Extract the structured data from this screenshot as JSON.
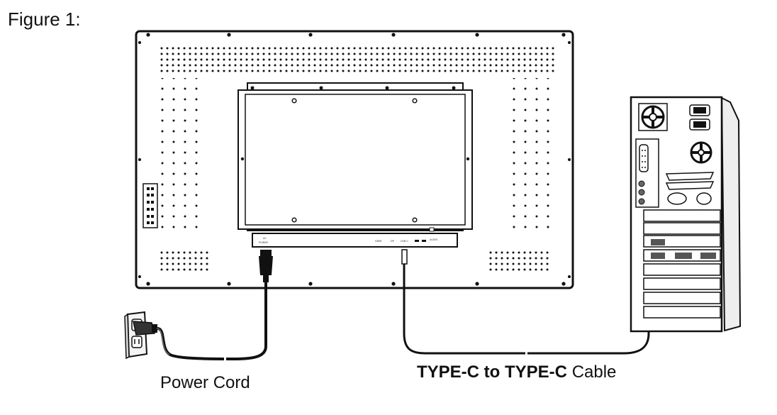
{
  "figure": {
    "title": "Figure 1:"
  },
  "labels": {
    "power_cord": "Power Cord",
    "cable_bold": "TYPE-C to TYPE-C",
    "cable_rest": "Cable"
  },
  "port_labels": {
    "ac_in": "AC",
    "power": "POWER",
    "hdmi": "HDMI",
    "dp": "DP",
    "usbc": "USB-C",
    "audio": "AUDIO"
  },
  "icons": {
    "wall_outlet": "wall-outlet-icon",
    "monitor": "monitor-back-icon",
    "computer": "desktop-computer-icon",
    "power_plug": "power-plug-icon",
    "usbc_plug": "usb-c-plug-icon"
  }
}
